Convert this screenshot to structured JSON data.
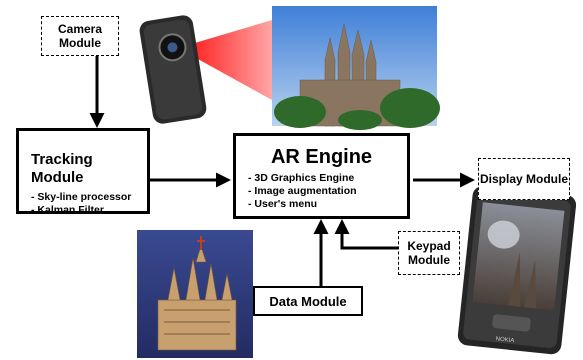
{
  "camera_module": {
    "label": "Camera Module"
  },
  "tracking_module": {
    "title": "Tracking Module",
    "items": [
      "Sky-line processor",
      "Kalman Filter"
    ]
  },
  "ar_engine": {
    "title": "AR Engine",
    "items": [
      "3D Graphics Engine",
      "Image augmentation",
      "User's menu"
    ]
  },
  "display_module": {
    "label": "Display Module"
  },
  "keypad_module": {
    "label": "Keypad Module"
  },
  "data_module": {
    "label": "Data Module"
  },
  "phone_display": {
    "brand": "NOKIA"
  },
  "colors": {
    "camera_beam": "#e00000",
    "sky": "#5a8fd0",
    "render_background": "#2e3a7a",
    "phone_body": "#2a2a2a"
  }
}
